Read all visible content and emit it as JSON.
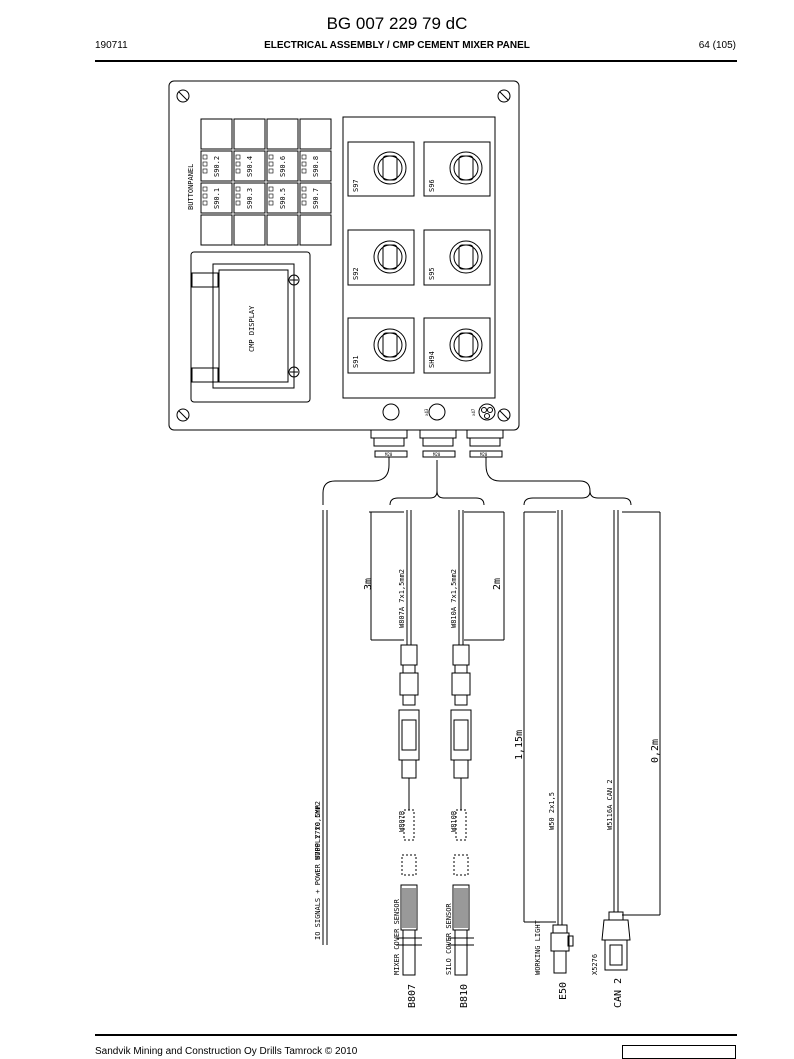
{
  "document": {
    "number": "BG 007 229 79 dC",
    "date": "190711",
    "title": "ELECTRICAL ASSEMBLY / CMP CEMENT MIXER PANEL",
    "page": "64 (105)",
    "footer": "Sandvik Mining and Construction Oy Drills Tamrock © 2010"
  },
  "panel": {
    "buttonpanel_label": "BUTTONPANEL",
    "buttons": [
      "S90.2",
      "S90.4",
      "S90.6",
      "S90.8",
      "S90.1",
      "S90.3",
      "S90.5",
      "S90.7"
    ],
    "display_label": "CMP DISPLAY",
    "switches": [
      "S97",
      "S96",
      "S92",
      "S95",
      "S91",
      "SH94"
    ],
    "gland_labels": [
      "M20",
      "M20",
      "M20"
    ],
    "port_labels": [
      "x43",
      "x47"
    ]
  },
  "cables": {
    "w700": "W700  27x0,5mm2",
    "supply": "IO SIGNALS + POWER SUPPLY TO CMP",
    "w807a": "W807A  7x1,5mm2",
    "w810a": "W810A  7x1,5mm2",
    "len_3m": "3m",
    "len_2m": "2m",
    "w807b": "W807B",
    "w810b": "W810B",
    "mixer_sensor": "MIXER COVER SENSOR",
    "silo_sensor": "SILO COVER SENSOR",
    "b807": "B807",
    "b810": "B810",
    "len_115": "1,15m",
    "w50": "W50  2x1,5",
    "working_light": "WORKING LIGHT",
    "e50": "E50",
    "len_02": "0,2m",
    "w5116a": "W5116A  CAN 2",
    "x5276": "X5276",
    "can2": "CAN 2"
  }
}
